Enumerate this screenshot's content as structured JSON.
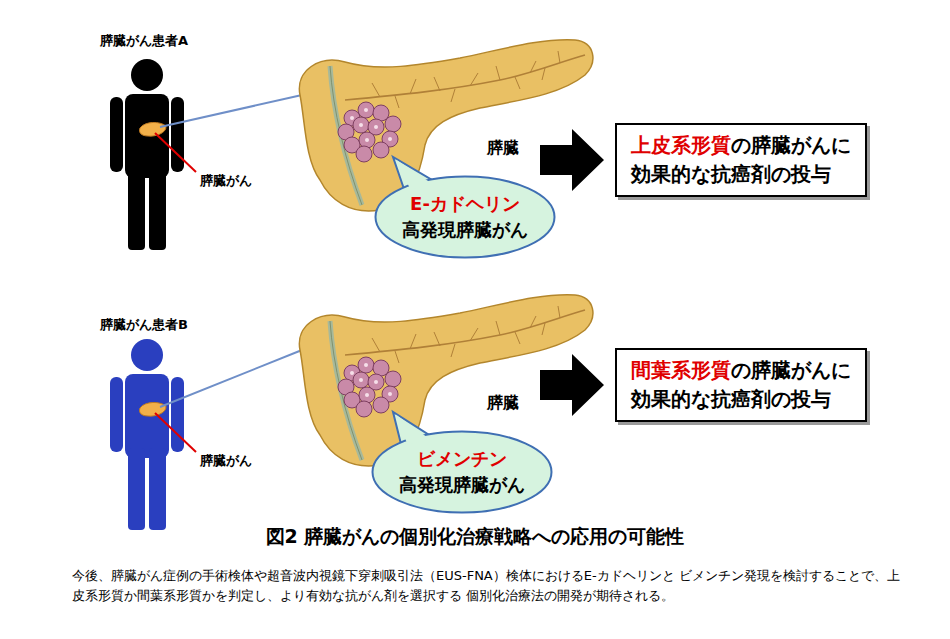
{
  "diagram": {
    "title": "図2 膵臓がんの個別化治療戦略への応用の可能性",
    "caption": "今後、膵臓がん症例の手術検体や超音波内視鏡下穿刺吸引法（EUS-FNA）検体におけるE-カドヘリンと ビメンチン発現を検討することで、上皮系形質か間葉系形質かを判定し、より有効な抗がん剤を選択する 個別化治療法の開発が期待される。",
    "nodes": [
      {
        "text": [
          "E-カドヘリン",
          "高発現膵臓がん"
        ]
      },
      {
        "text": [
          "上皮系形質",
          "の膵臓がんに",
          "効果的な抗癌剤の投与"
        ]
      },
      {
        "text": [
          "ビメンチン",
          "高発現膵臓がん"
        ]
      },
      {
        "text": [
          "間葉系形質",
          "の膵臓がんに",
          "効果的な抗癌剤の投与"
        ]
      }
    ],
    "labels": [
      "膵臓がん患者A",
      "膵臓がん",
      "膵臓",
      "膵臓がん患者B",
      "膵臓がん",
      "膵臓"
    ]
  }
}
